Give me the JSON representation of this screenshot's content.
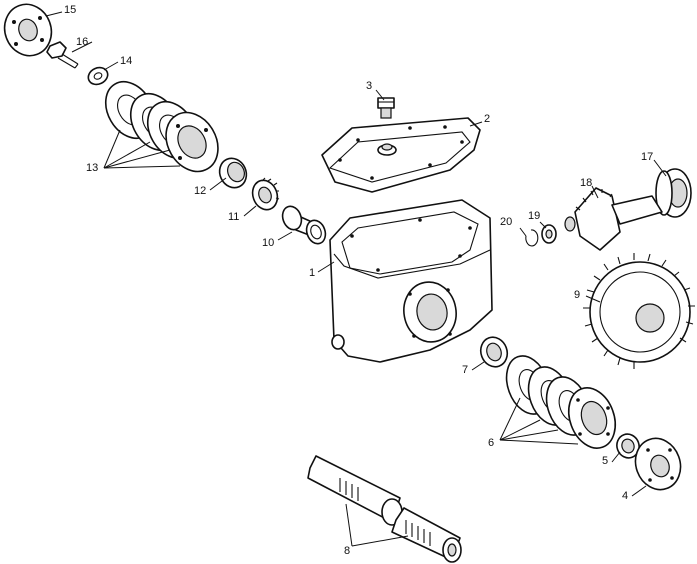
{
  "callouts": {
    "c1": "1",
    "c2": "2",
    "c3": "3",
    "c4": "4",
    "c5": "5",
    "c6": "6",
    "c7": "7",
    "c8": "8",
    "c9": "9",
    "c10": "10",
    "c11": "11",
    "c12": "12",
    "c13": "13",
    "c14": "14",
    "c15": "15",
    "c16": "16",
    "c17": "17",
    "c18": "18",
    "c19": "19",
    "c20": "20"
  },
  "colors": {
    "ink": "#111111",
    "paper": "#ffffff",
    "shade": "#d9d9d9"
  }
}
